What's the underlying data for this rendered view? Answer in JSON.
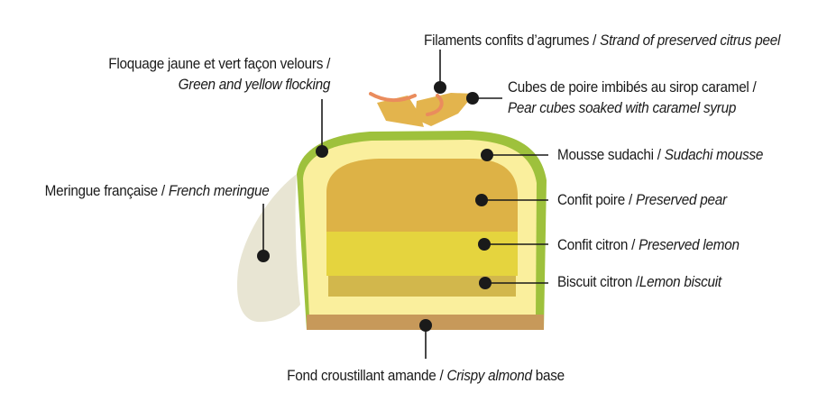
{
  "colors": {
    "outline": "#9ec13c",
    "mousse": "#faef9d",
    "pear": "#ddb246",
    "lemon": "#e5d43e",
    "biscuit": "#d2b74c",
    "base": "#c7995a",
    "meringue": "#e8e5d3",
    "pear_cube": "#e3b44d",
    "citrus_peel": "#ea8c5d",
    "line": "#1a1a1a"
  },
  "labels": {
    "citrus": {
      "fr": "Filaments confits d’agrumes",
      "sep": " / ",
      "en": "Strand of preserved citrus peel"
    },
    "flocking": {
      "fr": "Floquage jaune et vert façon velours",
      "sep": " /",
      "en": "Green and yellow flocking"
    },
    "pear_cubes": {
      "fr": "Cubes de poire imbibés au sirop caramel",
      "sep": " /",
      "en_1": "Pear",
      "en_2": " cubes soaked with caramel syrup"
    },
    "mousse": {
      "fr": "Mousse sudachi",
      "sep": " / ",
      "en": "Sudachi mousse"
    },
    "meringue": {
      "fr": "Meringue française",
      "sep": " / ",
      "en": "French meringue"
    },
    "pear_confit": {
      "fr": "Confit poire",
      "sep": " / ",
      "en": "Preserved pear"
    },
    "lemon_confit": {
      "fr": "Confit citron",
      "sep": " / ",
      "en": "Preserved lemon"
    },
    "biscuit": {
      "fr": "Biscuit citron",
      "sep": " /",
      "en": "Lemon biscuit"
    },
    "base": {
      "fr": "Fond croustillant amande",
      "sep": " / ",
      "en_1": "Crispy almond",
      "en_2": " base"
    }
  }
}
